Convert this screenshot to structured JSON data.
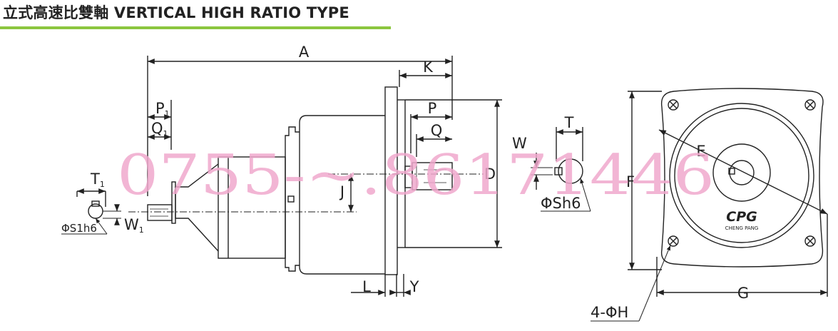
{
  "header": {
    "title": "立式高速比雙軸 VERTICAL HIGH RATIO TYPE",
    "rule_color": "#8cc63f"
  },
  "colors": {
    "line": "#222222",
    "watermark": "#f0a8cc"
  },
  "watermark": {
    "phone": "0755-~.86171446"
  },
  "side_view": {
    "dims": {
      "a": "A",
      "k": "K",
      "p1": "P",
      "p1_sub": "1",
      "q1": "Q",
      "q1_sub": "1",
      "p": "P",
      "q": "Q",
      "d": "D",
      "j": "J",
      "l": "L",
      "y": "Y",
      "t1": "T",
      "t1_sub": "1",
      "s1": "ΦS1h6",
      "w1": "W",
      "w1_sub": "1",
      "w": "W",
      "t": "T",
      "s": "ΦSh6"
    }
  },
  "front_view": {
    "dims": {
      "e": "E",
      "f": "F",
      "g": "G",
      "h": "4-ΦH"
    },
    "logo": {
      "mark": "CPG",
      "name": "CHENG PANG"
    }
  }
}
